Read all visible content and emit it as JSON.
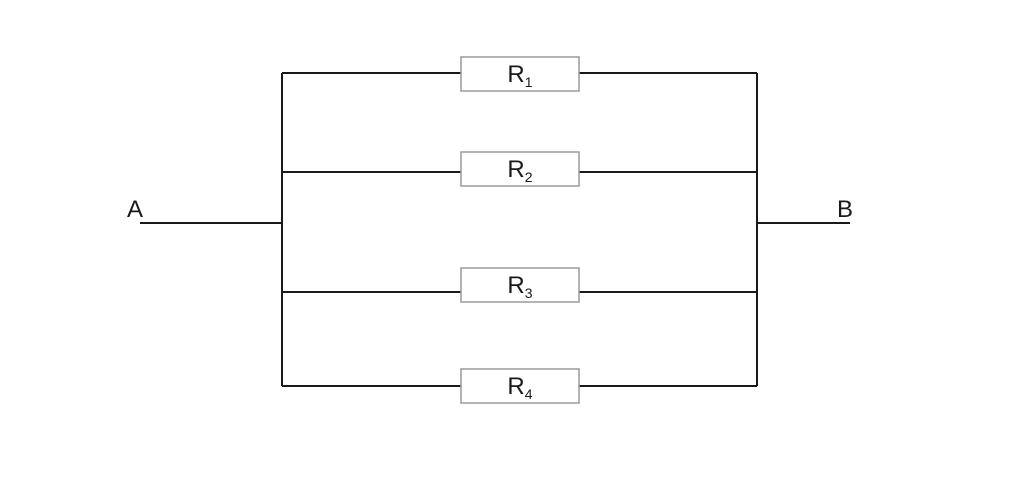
{
  "terminals": {
    "left": "A",
    "right": "B"
  },
  "resistors": [
    {
      "symbol": "R",
      "index": "1"
    },
    {
      "symbol": "R",
      "index": "2"
    },
    {
      "symbol": "R",
      "index": "3"
    },
    {
      "symbol": "R",
      "index": "4"
    }
  ],
  "colors": {
    "wire": "#1a1a1a",
    "resistor_outline": "#9a9a9a"
  }
}
